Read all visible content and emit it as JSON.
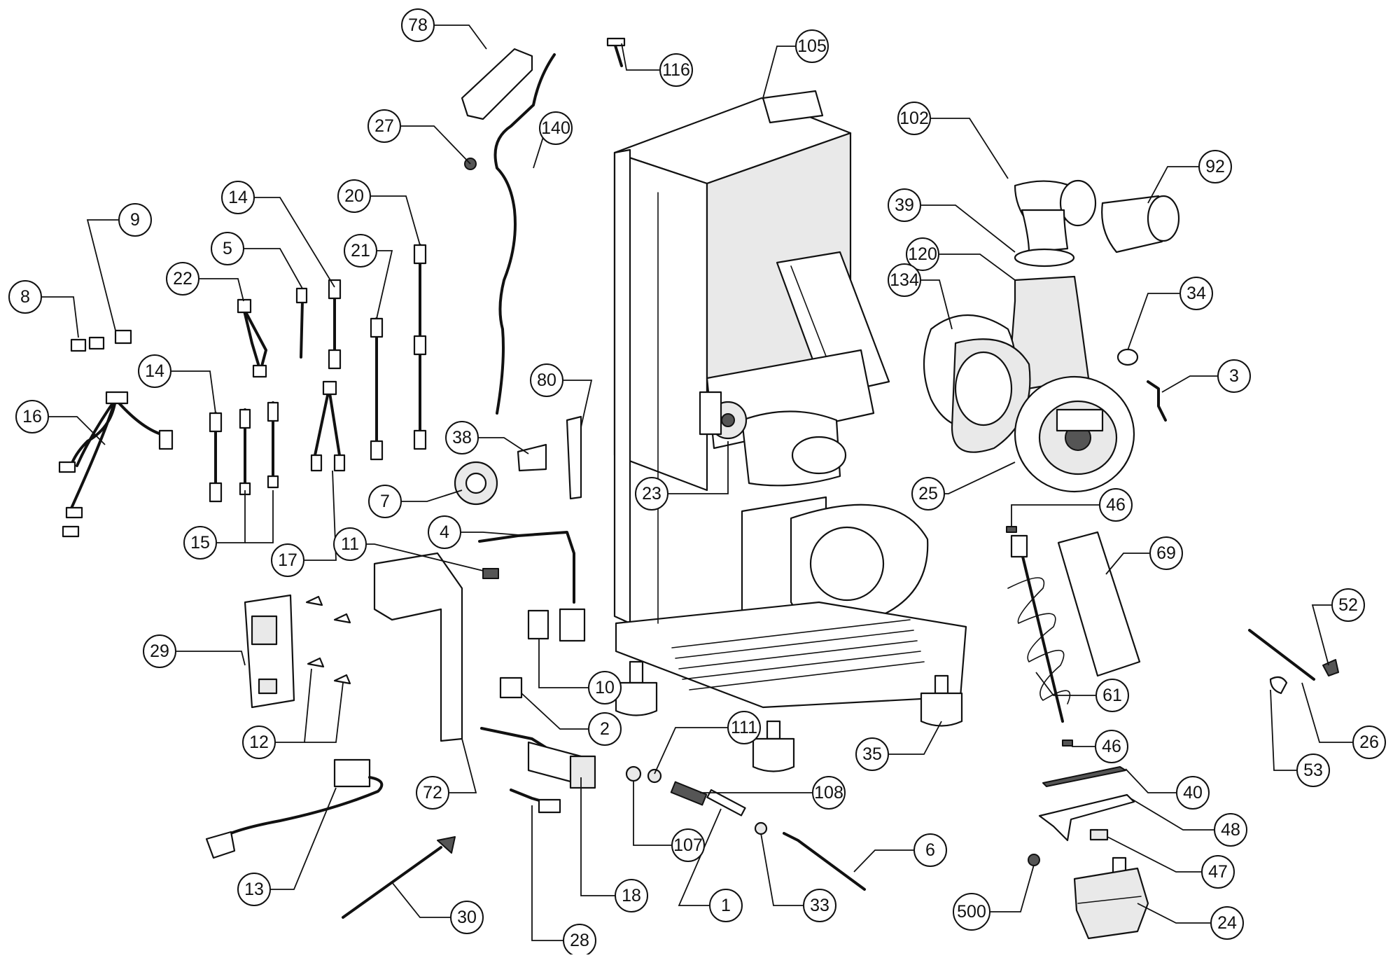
{
  "callouts": [
    "78",
    "116",
    "105",
    "27",
    "140",
    "102",
    "92",
    "39",
    "120",
    "134",
    "34",
    "3",
    "25",
    "23",
    "46",
    "69",
    "61",
    "52",
    "26",
    "53",
    "46",
    "40",
    "48",
    "47",
    "24",
    "500",
    "35",
    "111",
    "107",
    "108",
    "1",
    "33",
    "6",
    "2",
    "10",
    "4",
    "11",
    "72",
    "18",
    "28",
    "30",
    "13",
    "12",
    "29",
    "80",
    "38",
    "7",
    "14",
    "22",
    "5",
    "21",
    "20",
    "9",
    "8",
    "16",
    "14",
    "15",
    "17"
  ]
}
